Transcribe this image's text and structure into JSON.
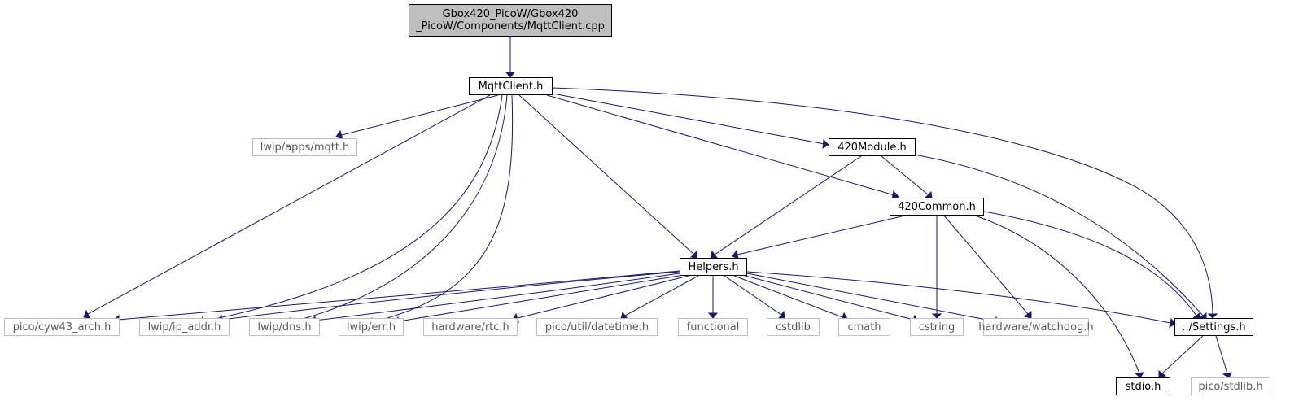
{
  "diagram": {
    "root": {
      "line1": "Gbox420_PicoW/Gbox420",
      "line2": "_PicoW/Components/MqttClient.cpp"
    },
    "nodes": {
      "mqtt_client_h": "MqttClient.h",
      "lwip_apps_mqtt_h": "lwip/apps/mqtt.h",
      "module_420_h": "420Module.h",
      "common_420_h": "420Common.h",
      "helpers_h": "Helpers.h",
      "pico_cyw43_arch_h": "pico/cyw43_arch.h",
      "lwip_ip_addr_h": "lwip/ip_addr.h",
      "lwip_dns_h": "lwip/dns.h",
      "lwip_err_h": "lwip/err.h",
      "hardware_rtc_h": "hardware/rtc.h",
      "pico_util_datetime_h": "pico/util/datetime.h",
      "functional": "functional",
      "cstdlib": "cstdlib",
      "cmath": "cmath",
      "cstring": "cstring",
      "hardware_watchdog_h": "hardware/watchdog.h",
      "settings_h": "../Settings.h",
      "stdio_h": "stdio.h",
      "pico_stdlib_h": "pico/stdlib.h"
    },
    "colors": {
      "edge": "#191970",
      "root_fill": "#bfbfbf",
      "local_border": "#000000",
      "system_border": "#bfbfbf",
      "system_text": "#5a5a5a"
    }
  }
}
